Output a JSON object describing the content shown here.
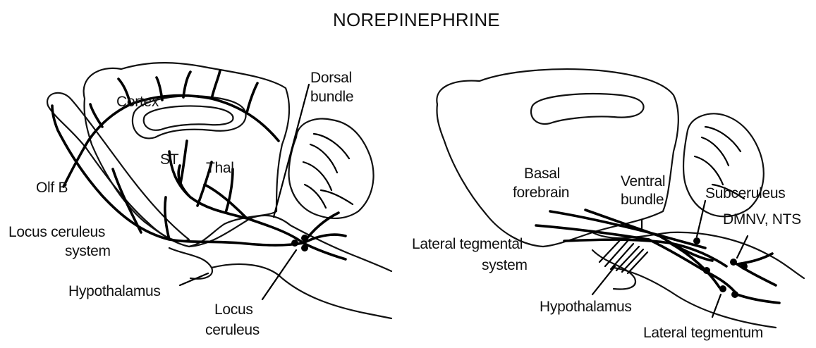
{
  "title": "NOREPINEPHRINE",
  "left_panel": {
    "labels": {
      "cortex": "Cortex",
      "dorsal_bundle_line1": "Dorsal",
      "dorsal_bundle_line2": "bundle",
      "st": "ST",
      "thal": "Thal",
      "olf_b": "Olf B",
      "locus_ceruleus_system_line1": "Locus ceruleus",
      "locus_ceruleus_system_line2": "system",
      "hypothalamus": "Hypothalamus",
      "locus_ceruleus_line1": "Locus",
      "locus_ceruleus_line2": "ceruleus"
    }
  },
  "right_panel": {
    "labels": {
      "basal_forebrain_line1": "Basal",
      "basal_forebrain_line2": "forebrain",
      "ventral_bundle_line1": "Ventral",
      "ventral_bundle_line2": "bundle",
      "subceruleus": "Subceruleus",
      "dmnv_nts": "DMNV, NTS",
      "lateral_tegmental_system_line1": "Lateral tegmental",
      "lateral_tegmental_system_line2": "system",
      "hypothalamus": "Hypothalamus",
      "lateral_tegmentum": "Lateral tegmentum"
    }
  },
  "colors": {
    "ink": "#000000",
    "background": "#ffffff"
  }
}
